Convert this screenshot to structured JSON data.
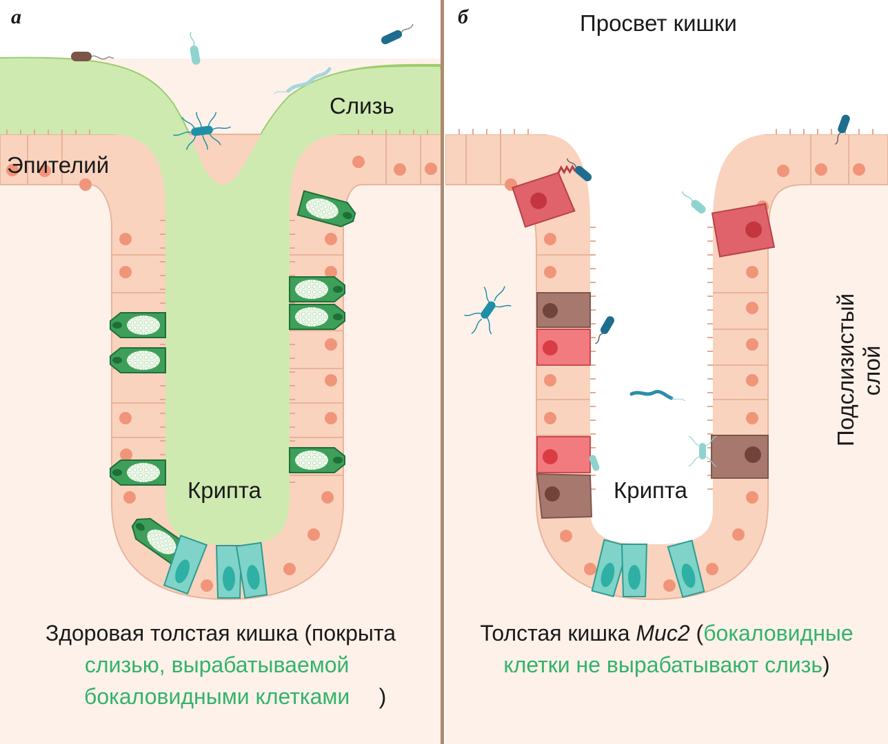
{
  "panel_a": {
    "letter": "а",
    "labels": {
      "mucus": "Слизь",
      "epithelium": "Эпителий",
      "crypt": "Крипта"
    },
    "caption": {
      "part1": "Здоровая толстая кишка (покрыта",
      "green": "слизью, вырабатываемой бокаловидными клетками",
      "part2": ")"
    }
  },
  "panel_b": {
    "letter": "б",
    "labels": {
      "lumen": "Просвет кишки",
      "crypt": "Крипта",
      "submucosa_line1": "Подслизистый",
      "submucosa_line2": "слой"
    },
    "caption": {
      "part1": "Толстая кишка ",
      "italic": "Muc2",
      "part2": " (",
      "green": "бокаловидные клетки не вырабатывают слизь",
      "part3": ")"
    }
  },
  "colors": {
    "background": "#fdf1ea",
    "cell_fill": "#f9d3bd",
    "cell_stroke": "#e8b49b",
    "nucleus": "#f0957a",
    "mucus": "#cfeab1",
    "mucus_edge": "#9ccc6e",
    "goblet": "#2f9a55",
    "stem": "#52c2b8",
    "damaged_red": "#e0636b",
    "damaged_brown": "#9a7268",
    "bacteria": "#1f8fa8",
    "caption_green": "#33b36a",
    "divider": "#b08a70"
  }
}
